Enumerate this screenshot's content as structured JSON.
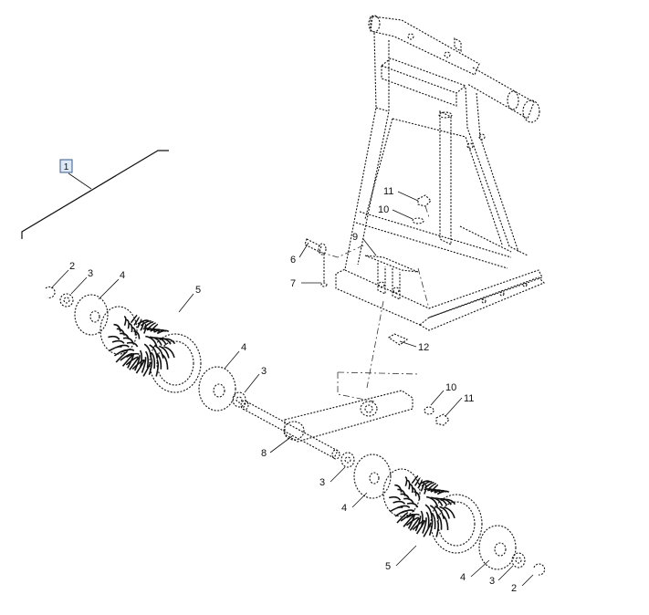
{
  "assembly_badge": "1",
  "callouts": [
    {
      "id": "c-2a",
      "text": "2"
    },
    {
      "id": "c-3a",
      "text": "3"
    },
    {
      "id": "c-4a",
      "text": "4"
    },
    {
      "id": "c-5a",
      "text": "5"
    },
    {
      "id": "c-4b",
      "text": "4"
    },
    {
      "id": "c-3b",
      "text": "3"
    },
    {
      "id": "c-8",
      "text": "8"
    },
    {
      "id": "c-3c",
      "text": "3"
    },
    {
      "id": "c-4c",
      "text": "4"
    },
    {
      "id": "c-5b",
      "text": "5"
    },
    {
      "id": "c-4d",
      "text": "4"
    },
    {
      "id": "c-3d",
      "text": "3"
    },
    {
      "id": "c-2b",
      "text": "2"
    },
    {
      "id": "c-11a",
      "text": "11"
    },
    {
      "id": "c-10a",
      "text": "10"
    },
    {
      "id": "c-9",
      "text": "9"
    },
    {
      "id": "c-6",
      "text": "6"
    },
    {
      "id": "c-7",
      "text": "7"
    },
    {
      "id": "c-12",
      "text": "12"
    },
    {
      "id": "c-10b",
      "text": "10"
    },
    {
      "id": "c-11b",
      "text": "11"
    }
  ]
}
